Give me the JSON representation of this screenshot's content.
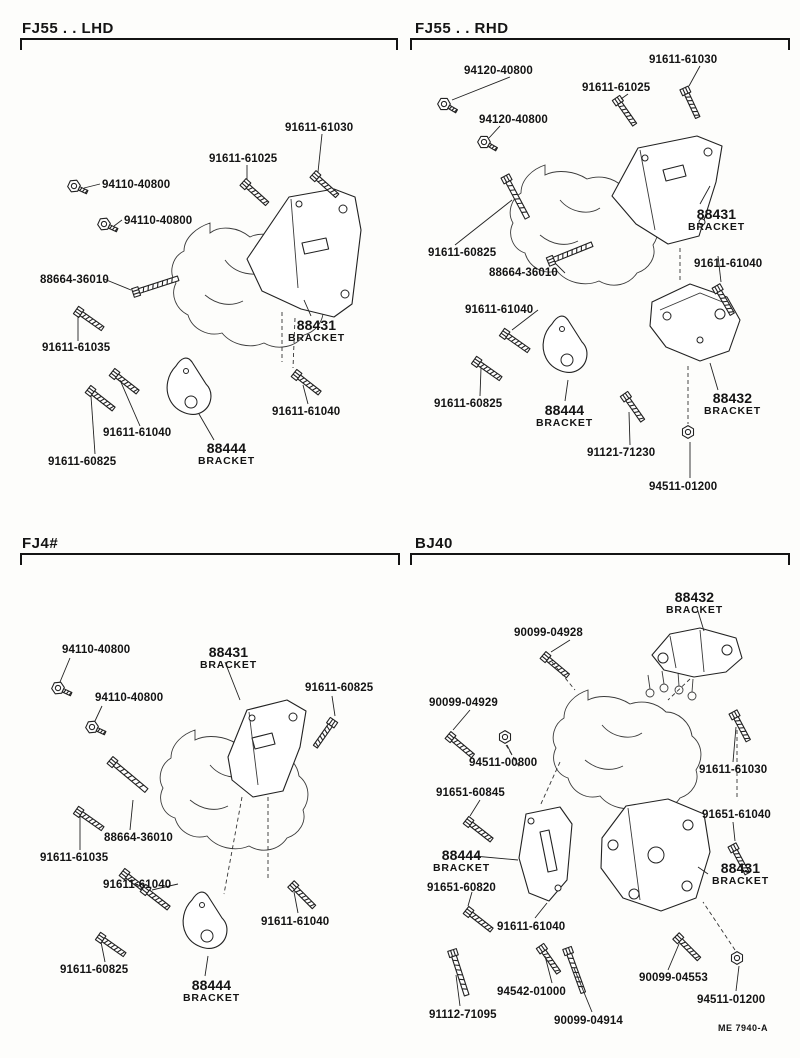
{
  "page": {
    "footer_code": "ME 7940-A"
  },
  "sections": [
    {
      "id": "fj55-lhd",
      "title": "FJ55 . . LHD",
      "labels": [
        {
          "text": "94110-40800"
        },
        {
          "text": "94110-40800"
        },
        {
          "text": "91611-61025"
        },
        {
          "text": "91611-61030"
        },
        {
          "text": "88664-36010"
        },
        {
          "text": "91611-61035"
        },
        {
          "text": "88431",
          "caption": "BRACKET"
        },
        {
          "text": "91611-61040"
        },
        {
          "text": "91611-61040"
        },
        {
          "text": "88444",
          "caption": "BRACKET"
        },
        {
          "text": "91611-60825"
        }
      ]
    },
    {
      "id": "fj55-rhd",
      "title": "FJ55 . . RHD",
      "labels": [
        {
          "text": "94120-40800"
        },
        {
          "text": "91611-61030"
        },
        {
          "text": "91611-61025"
        },
        {
          "text": "94120-40800"
        },
        {
          "text": "91611-60825"
        },
        {
          "text": "88664-36010"
        },
        {
          "text": "88431",
          "caption": "BRACKET"
        },
        {
          "text": "91611-61040"
        },
        {
          "text": "91611-61040"
        },
        {
          "text": "91611-60825"
        },
        {
          "text": "88444",
          "caption": "BRACKET"
        },
        {
          "text": "88432",
          "caption": "BRACKET"
        },
        {
          "text": "91121-71230"
        },
        {
          "text": "94511-01200"
        }
      ]
    },
    {
      "id": "fj4",
      "title": "FJ4#",
      "labels": [
        {
          "text": "94110-40800"
        },
        {
          "text": "88431",
          "caption": "BRACKET"
        },
        {
          "text": "94110-40800"
        },
        {
          "text": "91611-60825"
        },
        {
          "text": "88664-36010"
        },
        {
          "text": "91611-61035"
        },
        {
          "text": "91611-61040"
        },
        {
          "text": "91611-61040"
        },
        {
          "text": "91611-60825"
        },
        {
          "text": "88444",
          "caption": "BRACKET"
        }
      ]
    },
    {
      "id": "bj40",
      "title": "BJ40",
      "labels": [
        {
          "text": "88432",
          "caption": "BRACKET"
        },
        {
          "text": "90099-04928"
        },
        {
          "text": "90099-04929"
        },
        {
          "text": "94511-00800"
        },
        {
          "text": "91611-61030"
        },
        {
          "text": "91651-60845"
        },
        {
          "text": "91651-61040"
        },
        {
          "text": "88444",
          "caption": "BRACKET"
        },
        {
          "text": "88431",
          "caption": "BRACKET"
        },
        {
          "text": "91651-60820"
        },
        {
          "text": "91611-61040"
        },
        {
          "text": "90099-04553"
        },
        {
          "text": "94511-01200"
        },
        {
          "text": "94542-01000"
        },
        {
          "text": "91112-71095"
        },
        {
          "text": "90099-04914"
        }
      ]
    }
  ]
}
